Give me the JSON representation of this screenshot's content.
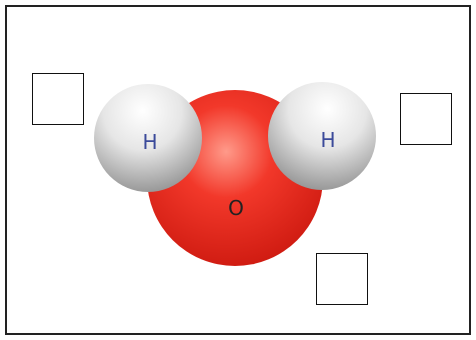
{
  "molecule": {
    "atoms": [
      {
        "symbol": "H",
        "role": "hydrogen-left"
      },
      {
        "symbol": "H",
        "role": "hydrogen-right"
      },
      {
        "symbol": "O",
        "role": "oxygen"
      }
    ]
  },
  "label_boxes": [
    {
      "text": ""
    },
    {
      "text": ""
    },
    {
      "text": ""
    }
  ],
  "colors": {
    "oxygen": "#e8241c",
    "hydrogen": "#d9d9d9",
    "hydrogen_label": "#3b4a9a",
    "oxygen_label": "#222222",
    "border": "#222222"
  }
}
